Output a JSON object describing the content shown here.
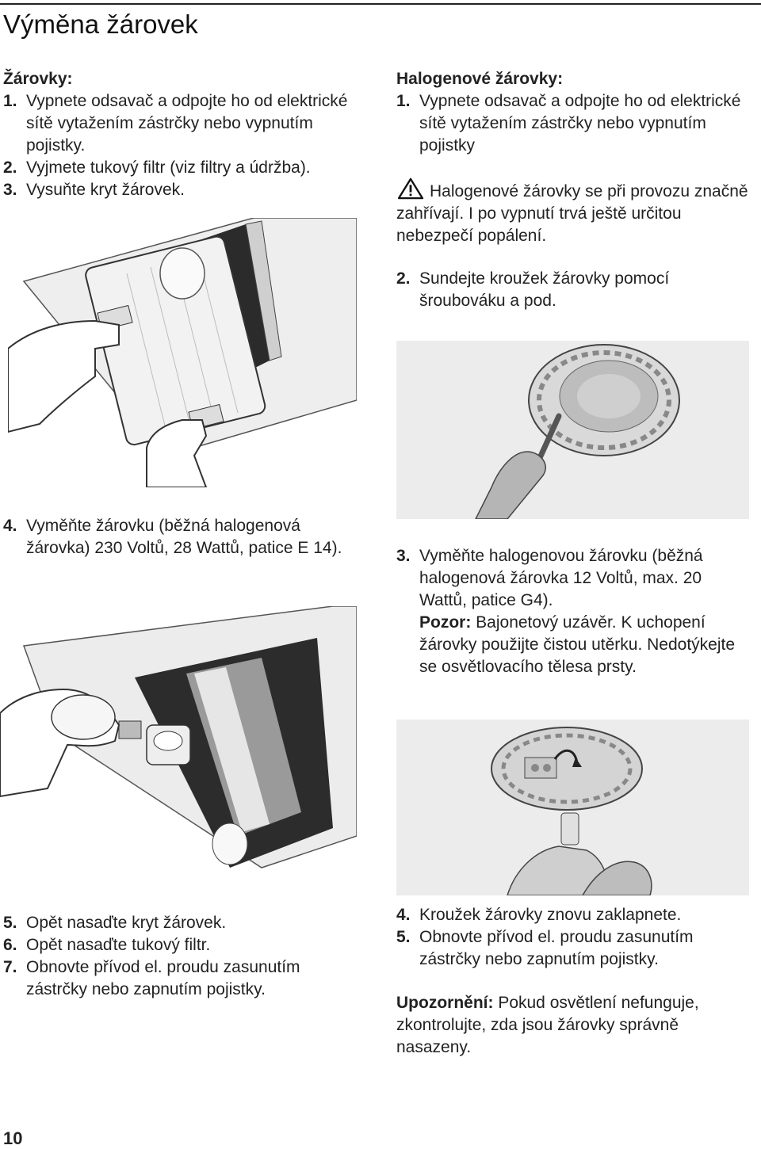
{
  "page": {
    "title": "Výměna žárovek",
    "page_number": "10"
  },
  "left": {
    "heading": "Žárovky:",
    "steps_a": [
      {
        "num": "1.",
        "text": "Vypnete odsavač a odpojte ho od elektrické sítě vytažením zástrčky nebo vypnutím pojistky."
      },
      {
        "num": "2.",
        "text": "Vyjmete tukový filtr (viz filtry a údržba)."
      },
      {
        "num": "3.",
        "text": "Vysuňte kryt žárovek."
      }
    ],
    "step_4": {
      "num": "4.",
      "text": "Vyměňte žárovku (běžná halogenová žárovka) 230 Voltů, 28 Wattů, patice E 14)."
    },
    "steps_b": [
      {
        "num": "5.",
        "text": "Opět nasaďte kryt žárovek."
      },
      {
        "num": "6.",
        "text": "Opět nasaďte tukový filtr."
      },
      {
        "num": "7.",
        "text": "Obnovte přívod el. proudu zasunutím zástrčky nebo zapnutím pojistky."
      }
    ]
  },
  "right": {
    "heading": "Halogenové žárovky:",
    "step_1": {
      "num": "1.",
      "text": "Vypnete odsavač a odpojte ho od elektrické sítě vytažením zástrčky nebo vypnutím pojistky"
    },
    "warning": "Halogenové žárovky se při provozu značně zahřívají. I po vypnutí trvá ještě určitou nebezpečí popálení.",
    "step_2": {
      "num": "2.",
      "text": "Sundejte kroužek žárovky pomocí šroubováku a pod."
    },
    "step_3": {
      "num": "3.",
      "text": "Vyměňte halogenovou žárovku (běžná halogenová žárovka 12 Voltů, max. 20 Wattů, patice G4).",
      "caution_label": "Pozor:",
      "caution_text": " Bajonetový uzávěr. K uchopení žárovky použijte čistou utěrku. Nedotýkejte se osvětlovacího tělesa prsty."
    },
    "steps_c": [
      {
        "num": "4.",
        "text": "Kroužek žárovky znovu zaklapnete."
      },
      {
        "num": "5.",
        "text": "Obnovte přívod el. proudu zasunutím zástrčky nebo zapnutím pojistky."
      }
    ],
    "note": {
      "label": "Upozornění:",
      "text": " Pokud osvětlení nefunguje, zkontrolujte, zda jsou žárovky správně nasazeny."
    }
  }
}
